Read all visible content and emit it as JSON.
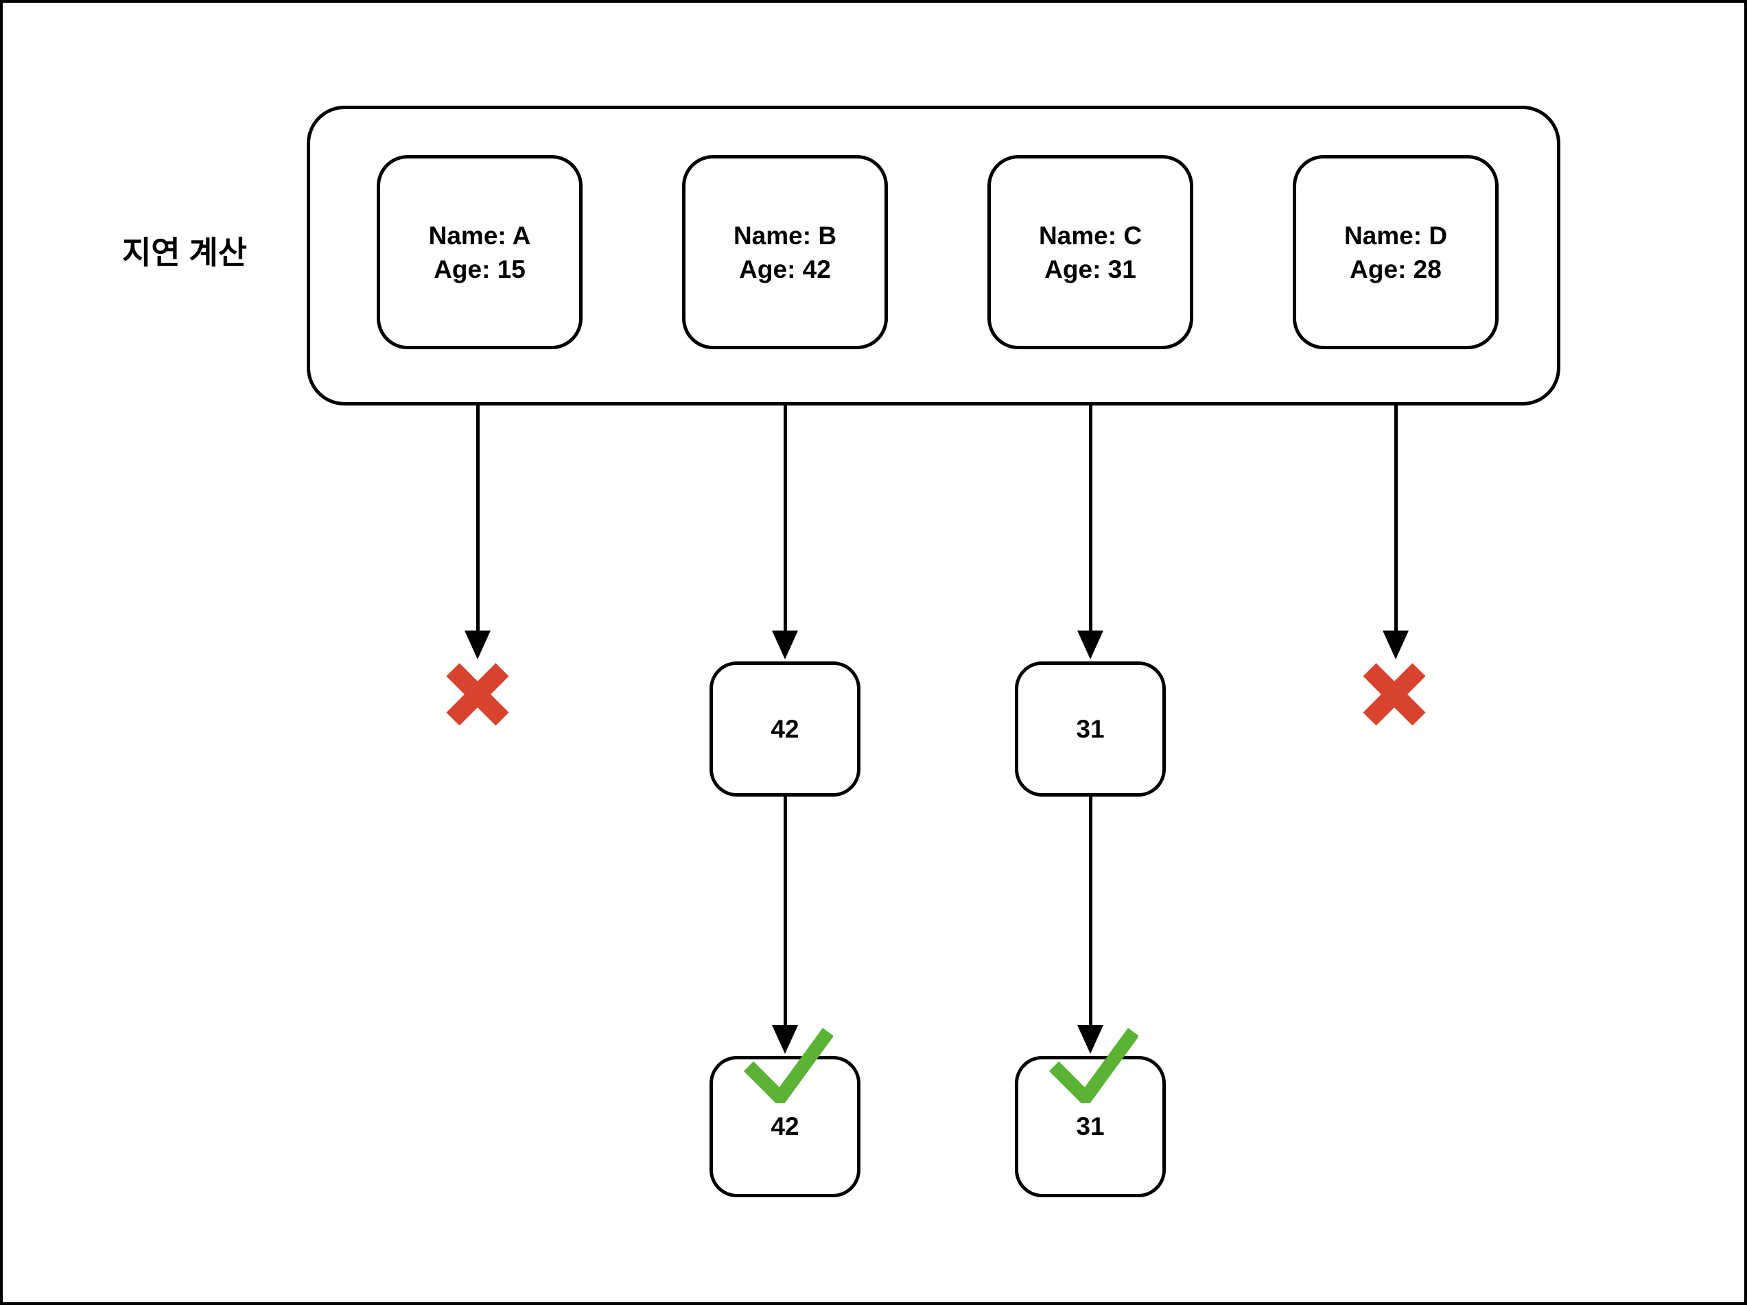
{
  "diagram": {
    "title_label": "지연 계산",
    "colors": {
      "background": "#FFFFFF",
      "line": "#000000",
      "reject_x": "#D8432F",
      "accept_check": "#5CB234"
    },
    "source_container": {
      "cards": [
        {
          "name": "Name: A",
          "age": "Age: 15"
        },
        {
          "name": "Name: B",
          "age": "Age: 42"
        },
        {
          "name": "Name: C",
          "age": "Age: 31"
        },
        {
          "name": "Name: D",
          "age": "Age: 28"
        }
      ]
    },
    "stage1_results": [
      {
        "column": "A",
        "status": "rejected",
        "icon": "red-x"
      },
      {
        "column": "B",
        "status": "evaluated",
        "value": "42"
      },
      {
        "column": "C",
        "status": "evaluated",
        "value": "31"
      },
      {
        "column": "D",
        "status": "rejected",
        "icon": "red-x"
      }
    ],
    "stage2_results": [
      {
        "column": "B",
        "status": "accepted",
        "icon": "green-check",
        "value": "42"
      },
      {
        "column": "C",
        "status": "accepted",
        "icon": "green-check",
        "value": "31"
      }
    ]
  }
}
